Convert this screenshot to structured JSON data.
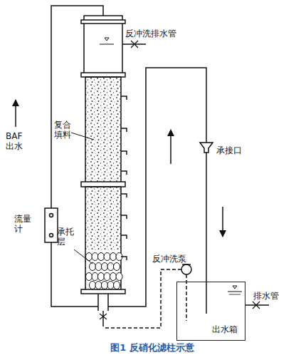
{
  "diagram": {
    "caption": "图1 反硝化滤柱示意",
    "nodes": [
      {
        "text": [
          "出水箱"
        ]
      }
    ],
    "labels": [
      "反冲洗排水管",
      "复合填料",
      "BAF出水",
      "流量计",
      "承托层",
      "承接口",
      "反冲洗泵",
      "排水管"
    ]
  }
}
